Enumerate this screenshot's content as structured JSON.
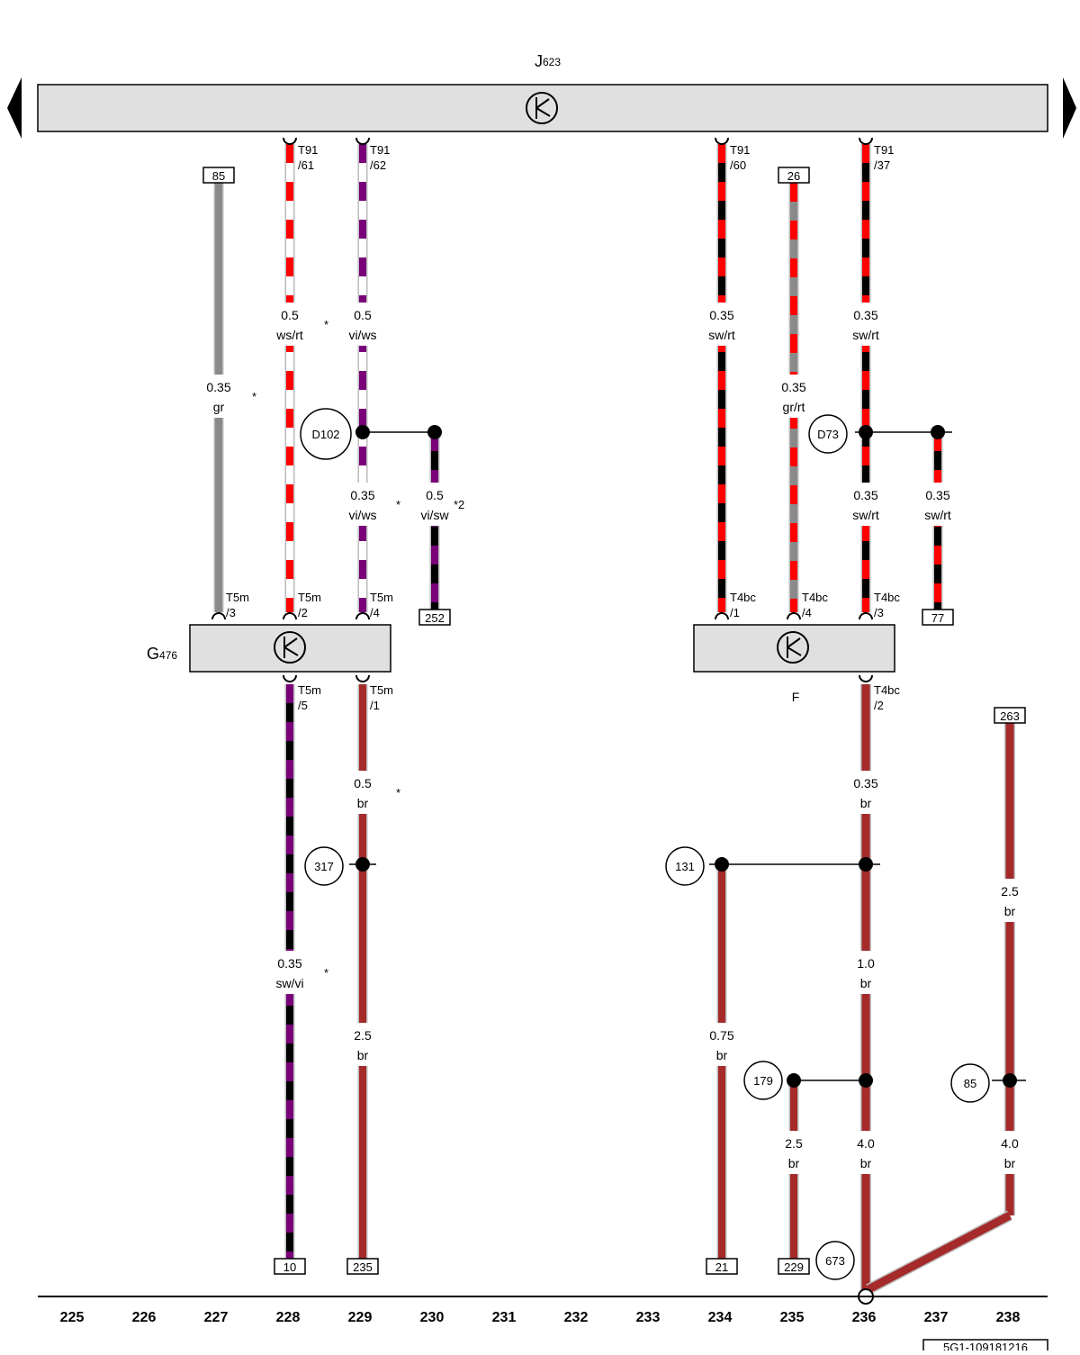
{
  "diagram": {
    "top_component": {
      "name": "J",
      "sub": "623"
    },
    "left_component": {
      "name": "G",
      "sub": "476"
    },
    "right_component_label": "F",
    "columns": [
      "225",
      "226",
      "227",
      "228",
      "229",
      "230",
      "231",
      "232",
      "233",
      "234",
      "235",
      "236",
      "237",
      "238"
    ],
    "footer_code": "5G1-109181216",
    "star": "*",
    "star2": "*2",
    "pins": {
      "t91_61": [
        "T91",
        "/61"
      ],
      "t91_62": [
        "T91",
        "/62"
      ],
      "t91_60": [
        "T91",
        "/60"
      ],
      "t91_37": [
        "T91",
        "/37"
      ],
      "t5m_3": [
        "T5m",
        "/3"
      ],
      "t5m_2": [
        "T5m",
        "/2"
      ],
      "t5m_4": [
        "T5m",
        "/4"
      ],
      "t5m_5": [
        "T5m",
        "/5"
      ],
      "t5m_1": [
        "T5m",
        "/1"
      ],
      "t4bc_1": [
        "T4bc",
        "/1"
      ],
      "t4bc_4": [
        "T4bc",
        "/4"
      ],
      "t4bc_3": [
        "T4bc",
        "/3"
      ],
      "t4bc_2": [
        "T4bc",
        "/2"
      ]
    },
    "wire_labels": {
      "w227": [
        "0.35",
        "gr"
      ],
      "w228a": [
        "0.5",
        "ws/rt"
      ],
      "w229a": [
        "0.5",
        "vi/ws"
      ],
      "w229b": [
        "0.35",
        "vi/ws"
      ],
      "w230": [
        "0.5",
        "vi/sw"
      ],
      "w234a": [
        "0.35",
        "sw/rt"
      ],
      "w235a": [
        "0.35",
        "gr/rt"
      ],
      "w236a": [
        "0.35",
        "sw/rt"
      ],
      "w236b": [
        "0.35",
        "sw/rt"
      ],
      "w237": [
        "0.35",
        "sw/rt"
      ],
      "w228b": [
        "0.35",
        "sw/vi"
      ],
      "w229c": [
        "0.5",
        "br"
      ],
      "w229d": [
        "2.5",
        "br"
      ],
      "w236c": [
        "0.35",
        "br"
      ],
      "w236d": [
        "1.0",
        "br"
      ],
      "w236e": [
        "4.0",
        "br"
      ],
      "w234b": [
        "0.75",
        "br"
      ],
      "w235b": [
        "2.5",
        "br"
      ],
      "w238a": [
        "2.5",
        "br"
      ],
      "w238b": [
        "4.0",
        "br"
      ]
    },
    "refs": {
      "r85": "85",
      "r26": "26",
      "r252": "252",
      "r77": "77",
      "r263": "263",
      "r10": "10",
      "r235": "235",
      "r21": "21",
      "r229": "229"
    },
    "circles": {
      "d102": "D102",
      "d73": "D73",
      "c317": "317",
      "c131": "131",
      "c179": "179",
      "c85": "85",
      "c673": "673"
    },
    "colors": {
      "gr": "#8a8a8a",
      "rt": "#ff0000",
      "ws": "#ffffff",
      "vi": "#7a007a",
      "sw": "#000000",
      "br": "#a52a2a",
      "component_fill": "#e0e0e0"
    }
  }
}
